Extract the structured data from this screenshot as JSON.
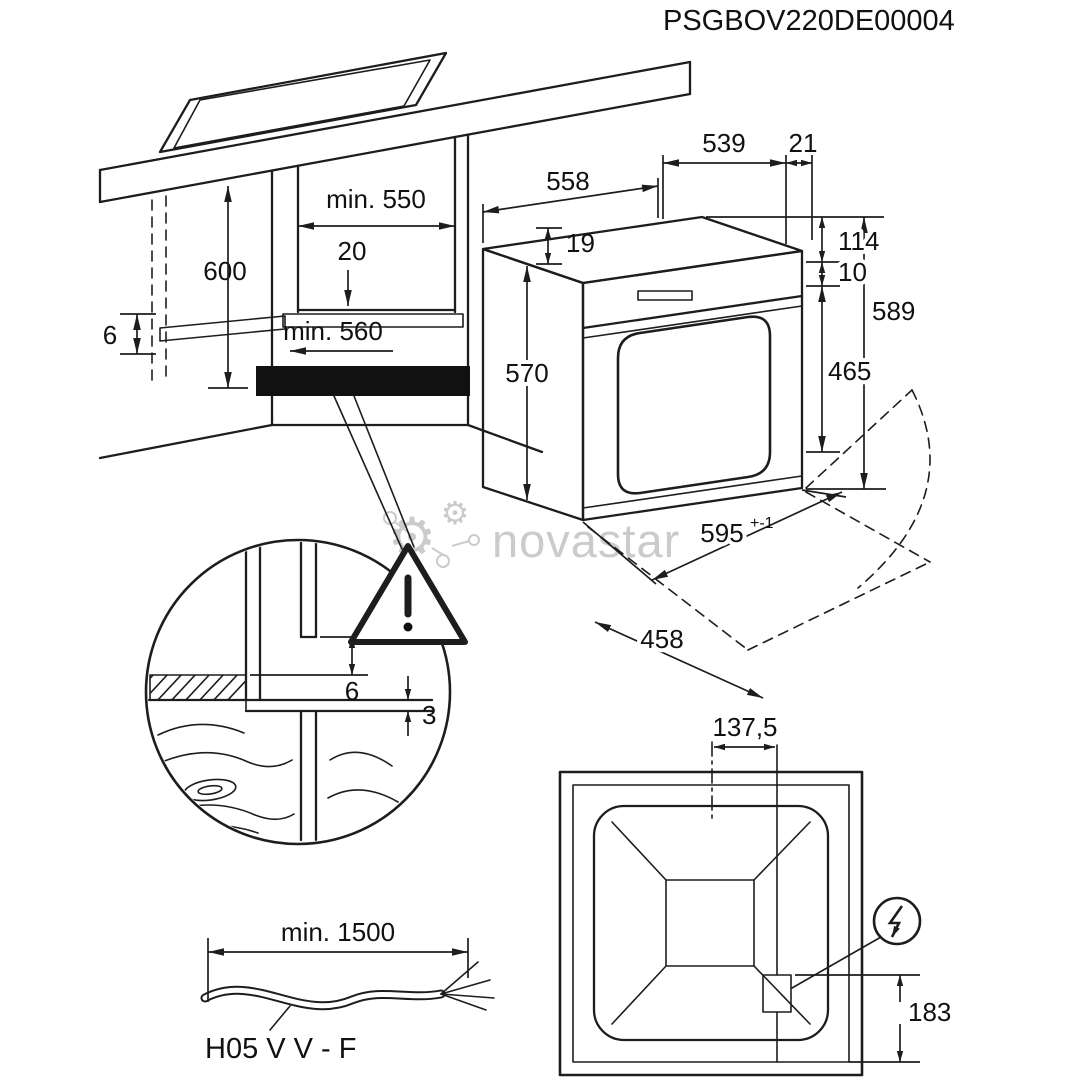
{
  "title_code": "PSGBOV220DE00004",
  "watermark": {
    "brand": "novastar",
    "gear_glyph": "⚙"
  },
  "colors": {
    "line": "#1d1d1b",
    "text": "#111111",
    "watermark": "#c6c6c6"
  },
  "cabinet": {
    "min_top_width": "min. 550",
    "offset_20": "20",
    "height_600": "600",
    "gap_6": "6",
    "min_depth_560": "min. 560"
  },
  "oven": {
    "depth_558": "558",
    "top_539": "539",
    "top_21": "21",
    "trim_19": "19",
    "panel_114": "114",
    "gap_10": "10",
    "door_465": "465",
    "height_589": "589",
    "body_570": "570",
    "width_595": "595",
    "width_595_tol": "+-1",
    "depth_458": "458"
  },
  "detail": {
    "gap_6": "6",
    "gap_3": "3"
  },
  "cable": {
    "min_length": "min. 1500",
    "cable_type": "H05 V V - F"
  },
  "rear_view": {
    "offset_137_5": "137,5",
    "height_183": "183"
  },
  "icons": {
    "warning_triangle": "exclamation",
    "power_connection": "lightning-bolt",
    "watermark_logo": "gear"
  }
}
